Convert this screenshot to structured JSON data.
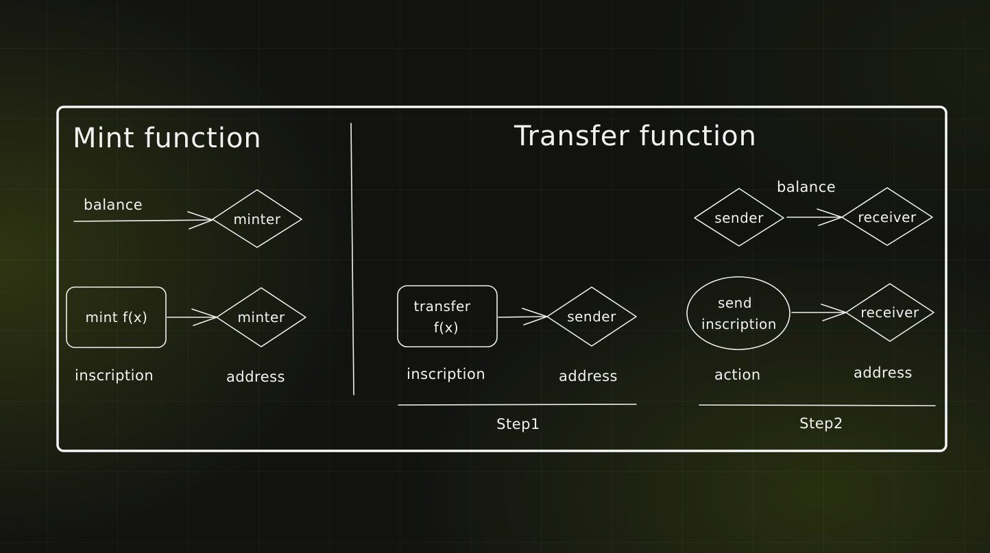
{
  "mint": {
    "title": "Mint function",
    "row1": {
      "edge_label": "balance",
      "node": "minter"
    },
    "row2": {
      "source": "mint f(x)",
      "target": "minter",
      "source_caption": "inscription",
      "target_caption": "address"
    }
  },
  "transfer": {
    "title": "Transfer function",
    "step1": {
      "source_line1": "transfer",
      "source_line2": "f(x)",
      "target": "sender",
      "source_caption": "inscription",
      "target_caption": "address",
      "label": "Step1"
    },
    "step2": {
      "row1": {
        "source": "sender",
        "edge_label": "balance",
        "target": "receiver"
      },
      "row2": {
        "source_line1": "send",
        "source_line2": "inscription",
        "target": "receiver"
      },
      "source_caption": "action",
      "target_caption": "address",
      "label": "Step2"
    }
  },
  "colors": {
    "stroke": "#f0f0f0",
    "background": "#121311",
    "accent_glow": "#465012"
  }
}
